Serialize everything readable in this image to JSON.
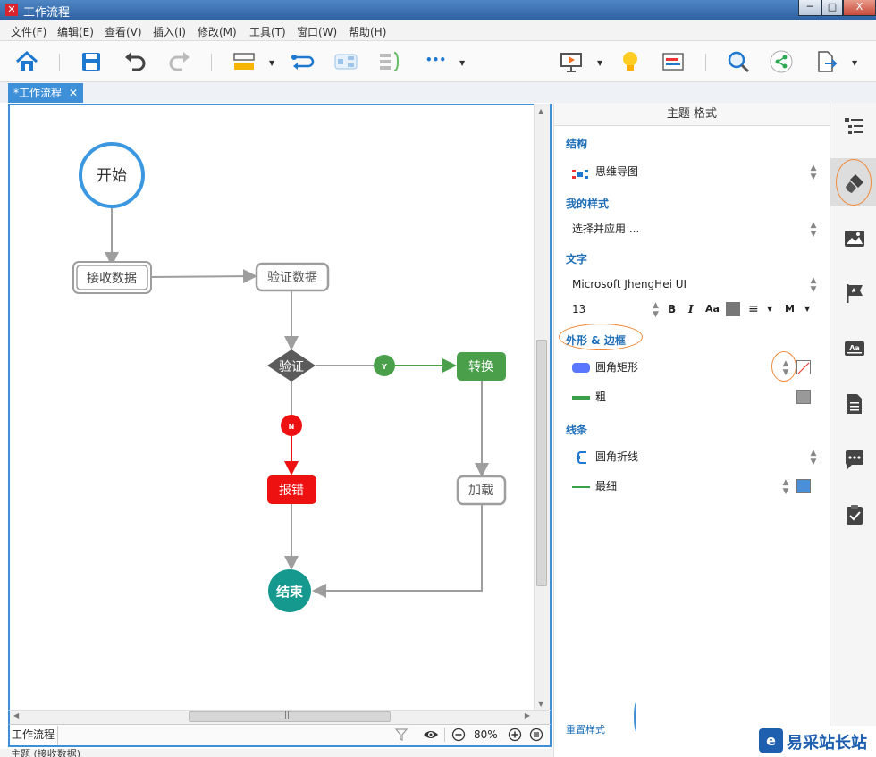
{
  "window": {
    "title": "工作流程",
    "app_icon": "xmind-logo",
    "minimize": "─",
    "restore": "□",
    "close": "X"
  },
  "menu": [
    "文件(F)",
    "编辑(E)",
    "查看(V)",
    "插入(I)",
    "修改(M)",
    "工具(T)",
    "窗口(W)",
    "帮助(H)"
  ],
  "toolbar": {
    "icons": [
      "home-icon",
      "save-icon",
      "undo-icon",
      "redo-icon",
      "topic-icon",
      "relationship-icon",
      "boundary-icon",
      "summary-icon",
      "more-icon",
      "presentation-icon",
      "idea-icon",
      "outliner-icon",
      "search-icon",
      "share-icon",
      "export-icon"
    ],
    "more_label": "•••"
  },
  "tab": {
    "label": "*工作流程",
    "close": "✕"
  },
  "diagram": {
    "nodes": {
      "start": "开始",
      "receive": "接收数据",
      "validate_data": "验证数据",
      "validate": "验证",
      "convert": "转换",
      "error": "报错",
      "load": "加载",
      "end": "结束"
    },
    "yes_badge": "Y",
    "no_badge": "N",
    "colors": {
      "start_ring": "#3a97e0",
      "line": "#9e9e9e",
      "diamond": "#5b5b5b",
      "green": "#4aa04a",
      "red": "#ee1111",
      "teal": "#15998e"
    }
  },
  "statusbar": {
    "sheet": "工作流程",
    "zoom": "80%",
    "scroll_grip": "|||"
  },
  "bottom": {
    "text": "主题 (接收数据)"
  },
  "panel": {
    "title": "主题 格式",
    "structure_header": "结构",
    "structure_value": "思维导图",
    "mystyle_header": "我的样式",
    "mystyle_value": "选择并应用 ...",
    "text_header": "文字",
    "font_name": "Microsoft JhengHei UI",
    "font_size": "13",
    "bold": "B",
    "italic": "I",
    "case": "Aa",
    "align": "≡",
    "weight": "M",
    "shape_header": "外形 & 边框",
    "shape_value": "圆角矩形",
    "border_value": "粗",
    "line_header": "线条",
    "line_value": "圆角折线",
    "line_width_value": "最细",
    "reset": "重置样式",
    "colors": {
      "shape": "#5a78ff",
      "border": "#3aa04a",
      "line_color": "#4a8fd8",
      "border_swatch": "#999999",
      "text_swatch": "#777777"
    }
  },
  "sidebar_icons": [
    "outline-icon",
    "format-brush-icon",
    "image-icon",
    "marker-flag-icon",
    "label-icon",
    "notes-icon",
    "comment-icon",
    "task-icon"
  ],
  "watermark": "易采站长站"
}
